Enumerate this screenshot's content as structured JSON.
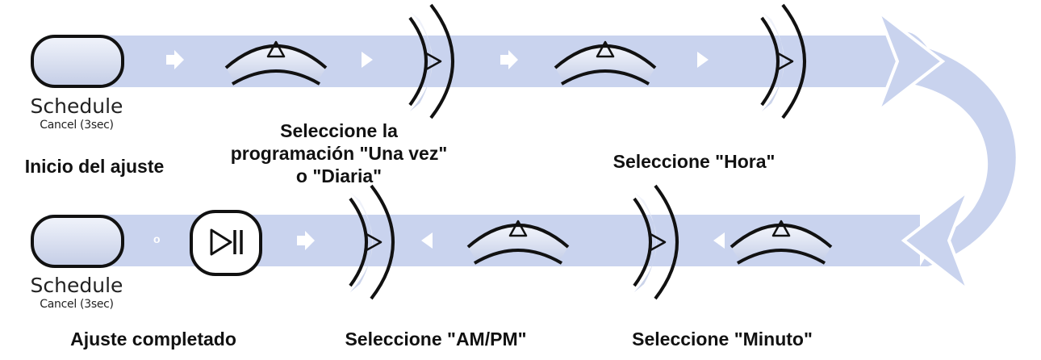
{
  "colors": {
    "track": "#c9d3ee",
    "track_light": "#dfe5f6",
    "arrow_marker": "#ffffff",
    "button_fill": "#dfe5f3",
    "button_stroke": "#111111",
    "text": "#111111"
  },
  "icons": {
    "schedule_button": "rounded-rectangle-button",
    "up_key": "curved-up-triangle-key",
    "right_key": "curved-right-triangle-key",
    "play_pause": "play-pause-icon",
    "flow_arrow": "chevron-arrow"
  },
  "buttons": {
    "schedule_top": {
      "main": "Schedule",
      "sub": "Cancel (3sec)"
    },
    "schedule_bottom": {
      "main": "Schedule",
      "sub": "Cancel (3sec)"
    }
  },
  "separator": "o",
  "steps": {
    "start": "Inicio del ajuste",
    "select_program": [
      "Seleccione la",
      "programación \"Una vez\"",
      "o \"Diaria\""
    ],
    "select_hour": "Seleccione \"Hora\"",
    "select_minute": "Seleccione \"Minuto\"",
    "select_ampm": "Seleccione \"AM/PM\"",
    "done": "Ajuste completado"
  }
}
